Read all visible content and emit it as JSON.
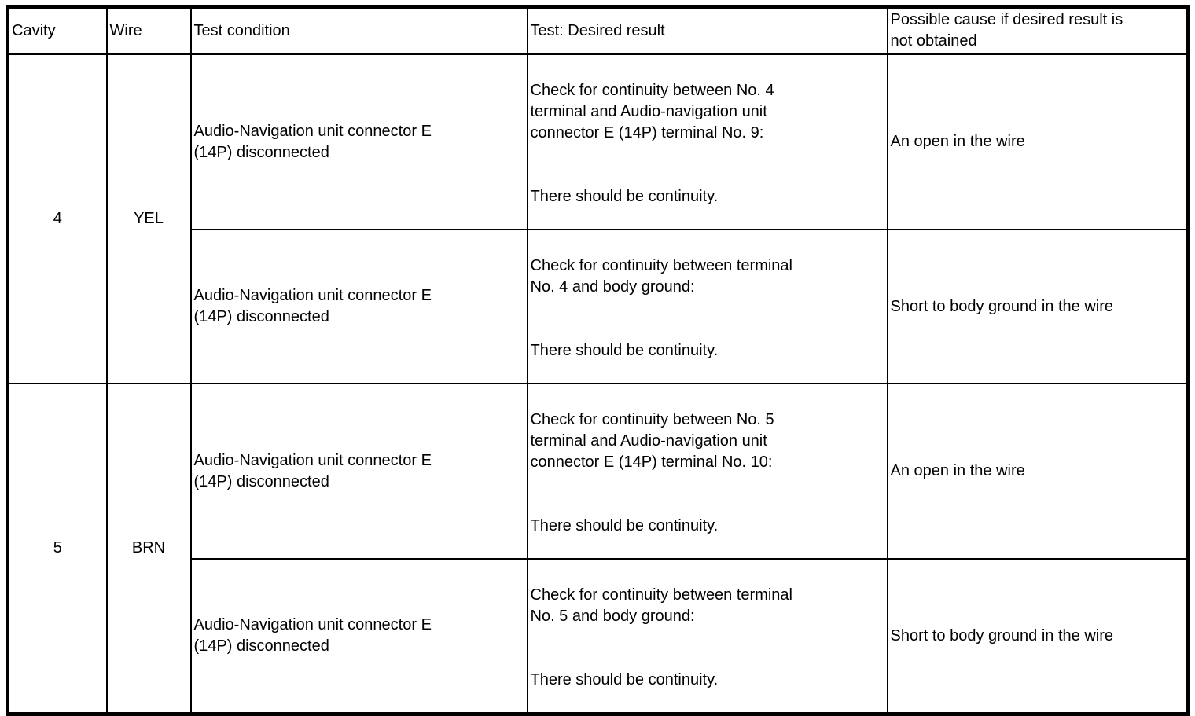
{
  "colors": {
    "border": "#000000",
    "background": "#ffffff",
    "text": "#000000"
  },
  "table": {
    "headers": [
      "Cavity",
      "Wire",
      "Test condition",
      "Test: Desired result",
      "Possible cause if desired result is\nnot obtained"
    ],
    "groups": [
      {
        "cavity": "4",
        "wire": "YEL",
        "rows": [
          {
            "condition": "Audio-Navigation unit connector E\n(14P) disconnected",
            "test": "Check for continuity between No. 4\nterminal and Audio-navigation unit\nconnector E (14P) terminal No. 9:",
            "result": "There should be continuity.",
            "cause": "An open in the wire"
          },
          {
            "condition": "Audio-Navigation unit connector E\n(14P) disconnected",
            "test": "Check for continuity between terminal\nNo. 4 and body ground:",
            "result": "There should be continuity.",
            "cause": "Short to body ground in the wire"
          }
        ]
      },
      {
        "cavity": "5",
        "wire": "BRN",
        "rows": [
          {
            "condition": "Audio-Navigation unit connector E\n(14P) disconnected",
            "test": "Check for continuity between No. 5\nterminal and Audio-navigation unit\nconnector E (14P) terminal No. 10:",
            "result": "There should be continuity.",
            "cause": "An open in the wire"
          },
          {
            "condition": "Audio-Navigation unit connector E\n(14P) disconnected",
            "test": "Check for continuity between terminal\nNo. 5 and body ground:",
            "result": "There should be continuity.",
            "cause": "Short to body ground in the wire"
          }
        ]
      }
    ]
  }
}
